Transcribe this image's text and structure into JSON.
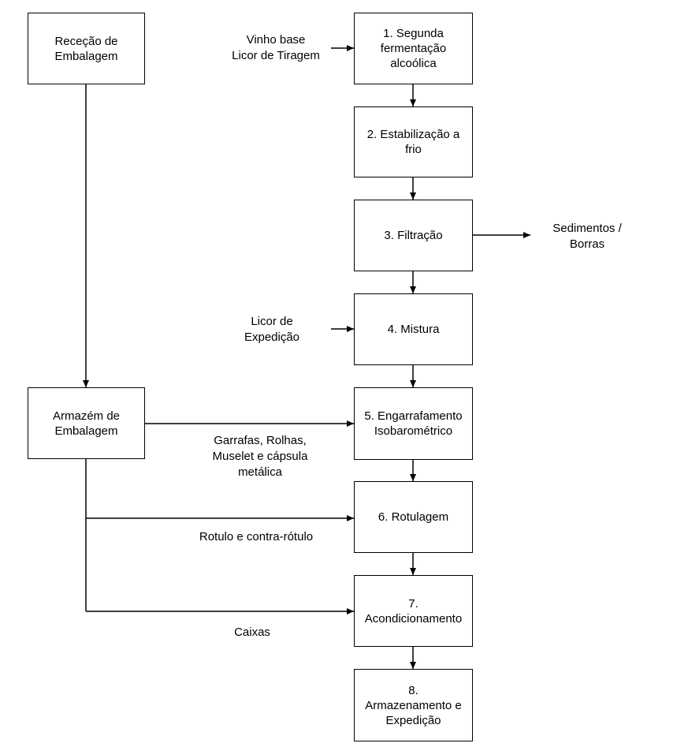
{
  "process_steps": [
    {
      "label": "1. Segunda\nfermentação\nalcoólica"
    },
    {
      "label": "2. Estabilização a\nfrio"
    },
    {
      "label": "3. Filtração"
    },
    {
      "label": "4. Mistura"
    },
    {
      "label": "5. Engarrafamento\nIsobarométrico"
    },
    {
      "label": "6. Rotulagem"
    },
    {
      "label": "7.\nAcondicionamento"
    },
    {
      "label": "8.\nArmazenamento e\nExpedição"
    }
  ],
  "side_boxes": {
    "rececao": "Receção de\nEmbalagem",
    "armazem": "Armazém de\nEmbalagem"
  },
  "inputs": {
    "vinho_base": "Vinho base\nLicor de Tiragem",
    "licor_expedicao": "Licor de\nExpedição",
    "garrafas": "Garrafas, Rolhas,\nMuselet e cápsula\nmetálica",
    "rotulo": "Rotulo e contra-rótulo",
    "caixas": "Caixas"
  },
  "outputs": {
    "sedimentos": "Sedimentos /\nBorras"
  }
}
